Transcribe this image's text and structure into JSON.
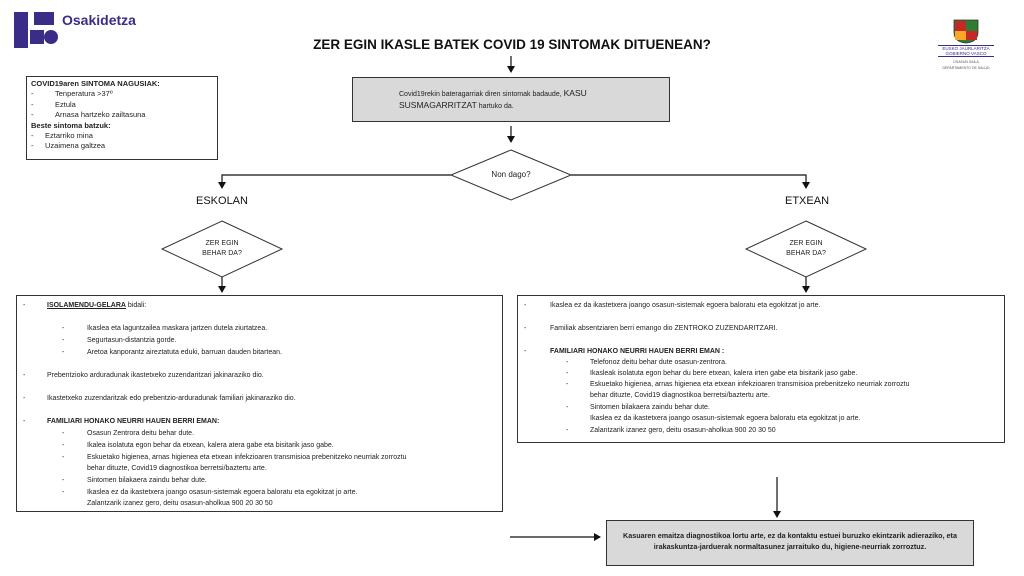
{
  "header": {
    "logo_text": "Osakidetza",
    "title": "ZER EGIN IKASLE BATEK COVID 19 SINTOMAK DITUENEAN?",
    "gov_logo": {
      "line1": "EUSKO JAURLARITZA",
      "line2": "GOBIERNO VASCO",
      "line3": "OSASUN SAILA",
      "line4": "DEPARTAMENTO DE SALUD"
    }
  },
  "symptoms": {
    "heading": "COVID19aren SINTOMA NAGUSIAK:",
    "main": [
      "Tenperatura >37º",
      "Eztula",
      "Arnasa hartzeko zailtasuna"
    ],
    "other_heading": "Beste sintoma batzuk:",
    "other": [
      "Eztarriko mina",
      "Uzaimena galtzea"
    ]
  },
  "suspect_box": {
    "text1": "Covid19rekin bateragarriak diren sintomak badaude, ",
    "text_highlight": "KASU SUSMAGARRITZAT",
    "text2": " hartuko da."
  },
  "decision": {
    "question": "Non dago?",
    "left_label": "ESKOLAN",
    "right_label": "ETXEAN",
    "sub_question_line1": "ZER EGIN",
    "sub_question_line2": "BEHAR DA?"
  },
  "school": {
    "isolation_bold": "ISOLAMENDU-GELARA",
    "isolation_rest": " bidali:",
    "isolation_items": [
      "Ikaslea eta laguntzailea maskara jartzen dutela ziurtatzea.",
      "Segurtasun-distantzia gorde.",
      "Aretoa kanporantz aireztatuta eduki, barruan dauden bitartean."
    ],
    "p1": "Prebentzioko arduradunak ikastetxeko zuzendaritzari jakinaraziko dio.",
    "p2": "Ikastetxeko zuzendaritzak edo prebentzio-arduradunak familiari jakinaraziko dio.",
    "family_heading": "FAMILIARI HONAKO NEURRI HAUEN BERRI EMAN:",
    "family_items": [
      "Osasun Zentrora deitu behar dute.",
      "Ikalea isolatuta egon behar da etxean, kalera atera gabe eta bisitarik jaso gabe.",
      "Eskuetako higienea, arnas higienea eta etxean infekzioaren transmisioa prebenitzeko neurriak zorroztu",
      "behar dituzte, Covid19 diagnostikoa berretsi/baztertu arte.",
      "Sintomen bilakaera zaindu behar dute.",
      "Ikaslea ez da ikastetxera joango osasun-sistemak egoera baloratu eta egokitzat jo arte.",
      "Zalantzarik izanez gero, deitu osasun-aholkua 900 20 30 50"
    ]
  },
  "home": {
    "p1": "Ikaslea ez da ikastetxera joango osasun-sistemak egoera baloratu eta egokitzat jo arte.",
    "p2": "Familiak absentziaren berri emango dio ZENTROKO ZUZENDARITZARI.",
    "family_heading": "FAMILIARI HONAKO NEURRI HAUEN BERRI EMAN :",
    "family_items": [
      "Telefonoz deitu behar dute osasun-zentrora.",
      "Ikasleak isolatuta egon behar du bere etxean, kalera irten gabe eta bisitarik jaso gabe.",
      "Eskuetako higienea, arnas higienea eta etxean infekzioaren transmisioa prebenitzeko neurriak zorroztu",
      "behar dituzte, Covid19 diagnostikoa berretsi/baztertu arte.",
      "Sintomen bilakaera zaindu behar dute.",
      "Ikaslea ez da ikastetxera joango osasun-sistemak egoera baloratu eta egokitzat jo arte.",
      "Zalantzarik izanez gero, deitu osasun-aholkua 900 20 30 50"
    ]
  },
  "final_box": {
    "text": "Kasuaren emaitza diagnostikoa lortu arte, ez da kontaktu estuei buruzko ekintzarik adieraziko, eta irakaskuntza-jarduerak normaltasunez jarraituko du, higiene-neurriak zorroztuz."
  },
  "colors": {
    "brand": "#3a2d88",
    "gray_box": "#d9d9d9",
    "line": "#111111"
  }
}
